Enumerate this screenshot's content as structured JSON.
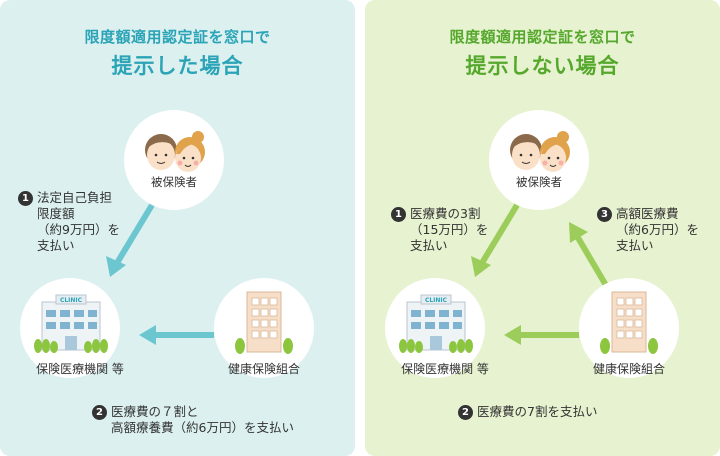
{
  "left_panel": {
    "title_line1": "限度額適用認定証を窓口で",
    "title_line2": "提示した場合",
    "patient_label": "被保険者",
    "hospital_label": "保険医療機関 等",
    "insurer_label": "健康保険組合",
    "clinic_sign": "CLINIC",
    "note1": {
      "number": "1",
      "lines": [
        "法定自己負担",
        "限度額",
        "（約9万円）を",
        "支払い"
      ]
    },
    "note2": {
      "number": "2",
      "lines": [
        "医療費の７割と",
        "高額療養費（約6万円）を支払い"
      ]
    }
  },
  "right_panel": {
    "title_line1": "限度額適用認定証を窓口で",
    "title_line2": "提示しない場合",
    "patient_label": "被保険者",
    "hospital_label": "保険医療機関 等",
    "insurer_label": "健康保険組合",
    "clinic_sign": "CLINIC",
    "note1": {
      "number": "1",
      "lines": [
        "医療費の3割",
        "（15万円）を",
        "支払い"
      ]
    },
    "note2": {
      "number": "2",
      "lines": [
        "医療費の7割を支払い"
      ]
    },
    "note3": {
      "number": "3",
      "lines": [
        "高額医療費",
        "（約6万円）を",
        "支払い"
      ]
    }
  },
  "colors": {
    "left_panel_bg": "#dcf0f0",
    "right_panel_bg": "#e6f2d0",
    "left_accent": "#2aa4b6",
    "right_accent": "#55a82c",
    "left_arrow": "#6cc6d0",
    "right_arrow": "#9ccd5a"
  }
}
